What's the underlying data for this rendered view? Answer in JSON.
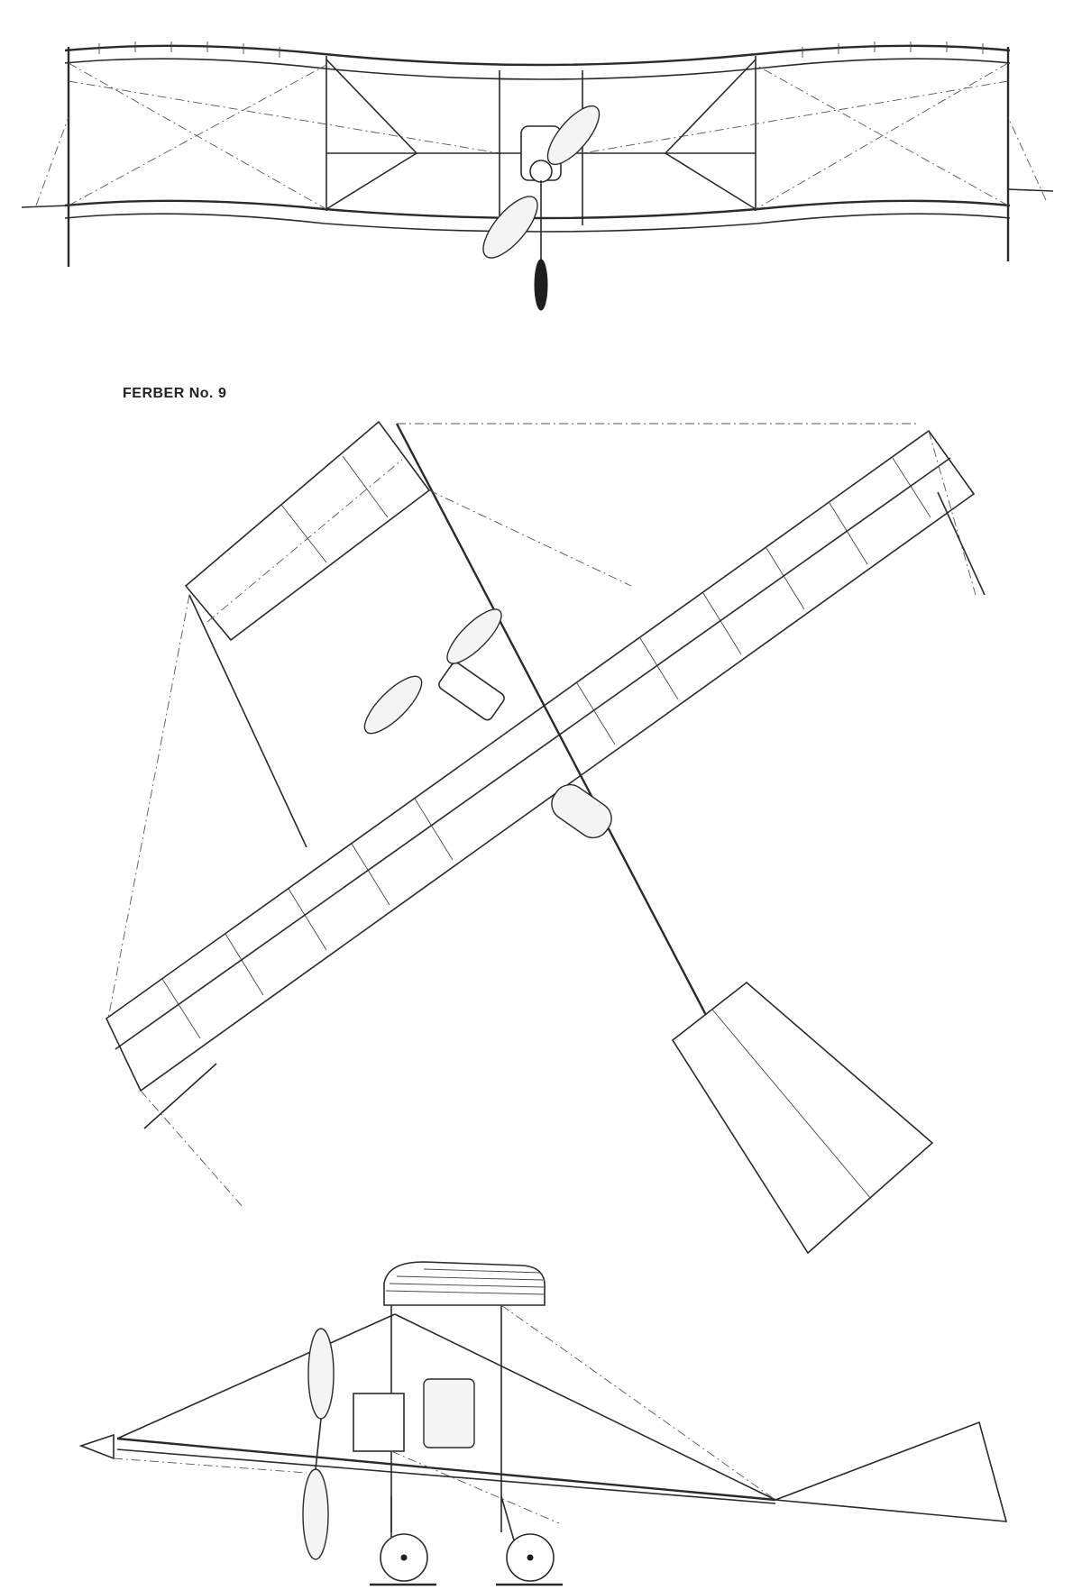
{
  "drawing": {
    "title": "FERBER No. 9",
    "views": [
      "front-view",
      "top-view",
      "side-view"
    ]
  },
  "colors": {
    "ink": "#2a2a2a",
    "paper": "#ffffff"
  }
}
